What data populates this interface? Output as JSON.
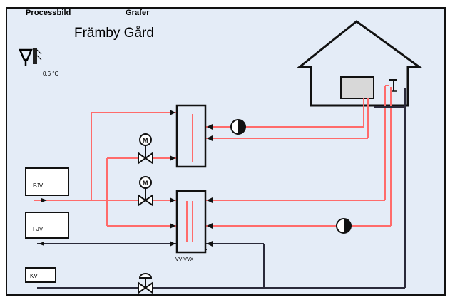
{
  "tabs": {
    "process": "Processbild",
    "graphs": "Grafer"
  },
  "site": {
    "name": "Främby Gård"
  },
  "outdoor": {
    "temperature": "0.6 °C"
  },
  "boxes": {
    "fjv_supply": "FJV",
    "fjv_return": "FJV",
    "kv": "KV"
  },
  "exchanger": {
    "label": "VV-VVX"
  },
  "colors": {
    "background": "#e4ecf7",
    "hot_pipe": "#ff6b6b",
    "cold_pipe": "#2a2a3a",
    "equipment": "#111111",
    "radiator": "#d8d8d8"
  },
  "icons": {
    "outdoor_sensor": "outdoor-sensor-icon",
    "motor_valve": "motor-valve-icon",
    "pump": "pump-icon",
    "shower": "shower-icon",
    "cold_valve": "cold-water-valve-icon"
  }
}
